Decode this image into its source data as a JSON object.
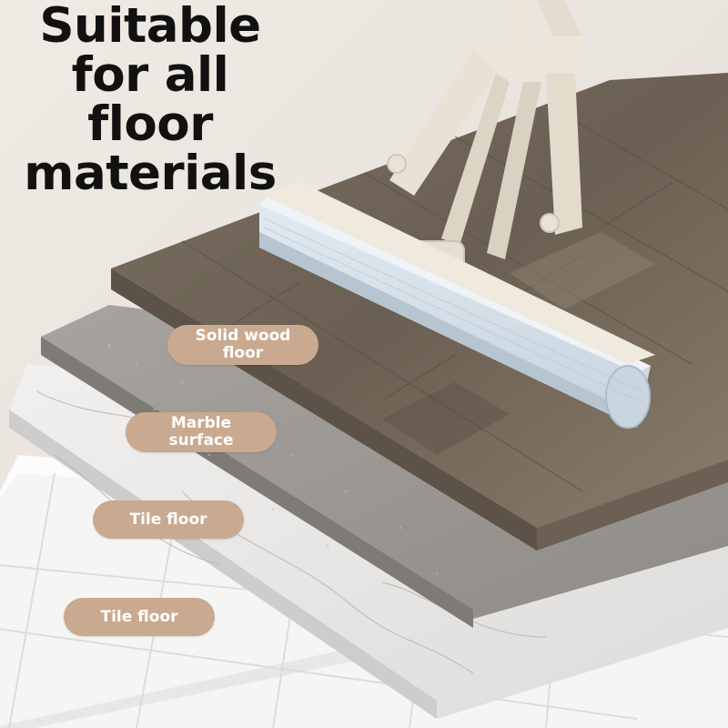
{
  "headline": {
    "lines": [
      "Suitable",
      "for all",
      "floor",
      "materials"
    ]
  },
  "labels": [
    {
      "line1": "Solid wood",
      "line2": "floor"
    },
    {
      "line1": "Marble",
      "line2": "surface"
    },
    {
      "line1": "Tile floor",
      "line2": ""
    },
    {
      "line1": "Tile floor",
      "line2": ""
    }
  ],
  "colors": {
    "background": "#ece7e1",
    "pill": "#c9a98f",
    "pill_text": "#ffffff",
    "headline_text": "#111111",
    "wood": "#6e6356",
    "granite": "#9a9791",
    "marble": "#e9e7e5",
    "tile": "#f4f4f3",
    "mop_head": "#d6e1ea",
    "mop_handle": "#e8e1d4"
  }
}
